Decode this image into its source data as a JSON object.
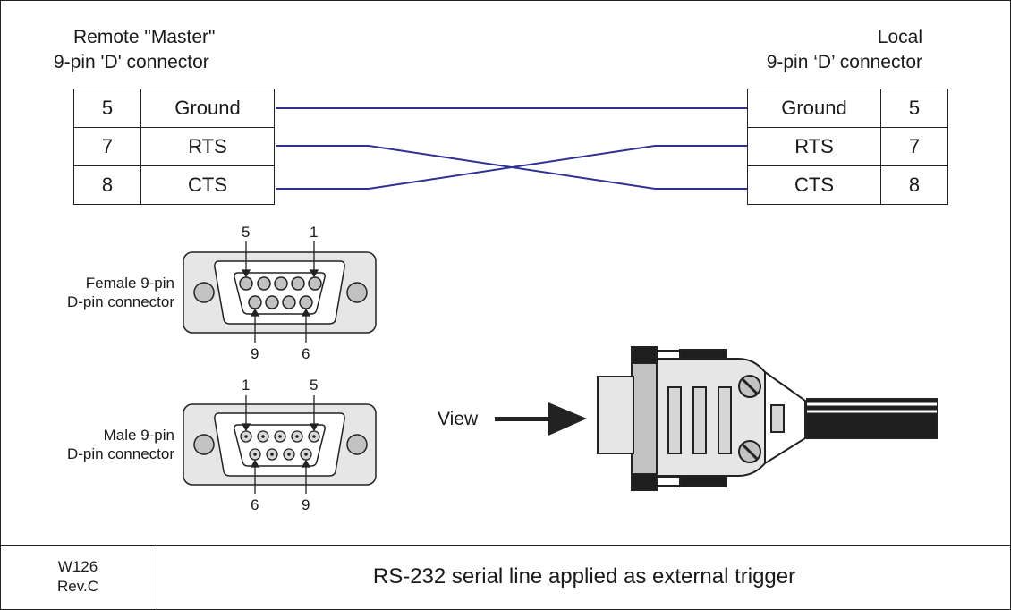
{
  "remote": {
    "title_line1": "Remote \"Master\"",
    "title_line2": "9-pin 'D' connector",
    "rows": [
      {
        "pin": "5",
        "signal": "Ground"
      },
      {
        "pin": "7",
        "signal": "RTS"
      },
      {
        "pin": "8",
        "signal": "CTS"
      }
    ]
  },
  "local": {
    "title_line1": "Local",
    "title_line2": "9-pin ‘D’ connector",
    "rows": [
      {
        "pin": "5",
        "signal": "Ground"
      },
      {
        "pin": "7",
        "signal": "RTS"
      },
      {
        "pin": "8",
        "signal": "CTS"
      }
    ]
  },
  "wiring": [
    {
      "from": "Ground",
      "to": "Ground"
    },
    {
      "from": "RTS",
      "to": "CTS"
    },
    {
      "from": "CTS",
      "to": "RTS"
    }
  ],
  "female": {
    "label_line1": "Female 9-pin",
    "label_line2": "D-pin connector",
    "pin_top_left": "5",
    "pin_top_right": "1",
    "pin_bottom_left": "9",
    "pin_bottom_right": "6"
  },
  "male": {
    "label_line1": "Male 9-pin",
    "label_line2": "D-pin connector",
    "pin_top_left": "1",
    "pin_top_right": "5",
    "pin_bottom_left": "6",
    "pin_bottom_right": "9"
  },
  "view_label": "View",
  "footer": {
    "code_line1": "W126",
    "code_line2": "Rev.C",
    "title": "RS-232 serial line applied as external trigger"
  },
  "colors": {
    "wire": "#2e3192",
    "connector_fill": "#e6e6e6",
    "pin_fill": "#c2c2c2",
    "line": "#222222"
  }
}
